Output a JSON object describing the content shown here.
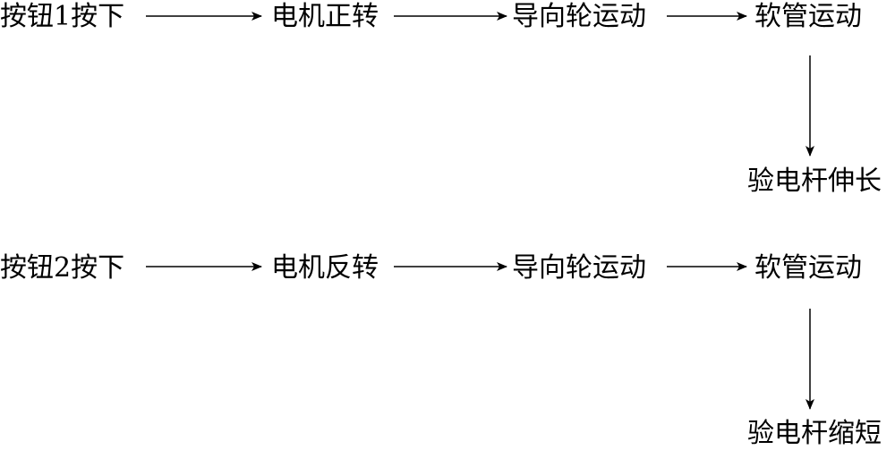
{
  "row1": {
    "step1": "按钮1按下",
    "step2": "电机正转",
    "step3": "导向轮运动",
    "step4": "软管运动",
    "result": "验电杆伸长"
  },
  "row2": {
    "step1": "按钮2按下",
    "step2": "电机反转",
    "step3": "导向轮运动",
    "step4": "软管运动",
    "result": "验电杆缩短"
  },
  "colors": {
    "stroke": "#000000",
    "background": "#ffffff"
  }
}
